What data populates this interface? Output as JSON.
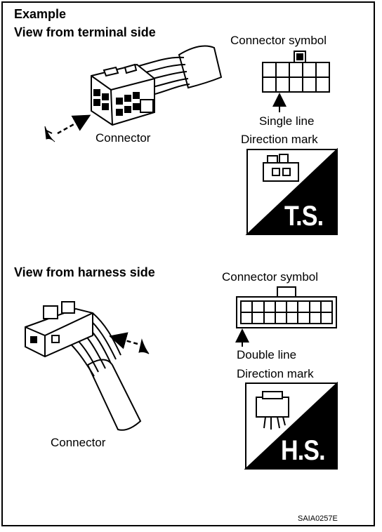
{
  "heading": "Example",
  "terminal": {
    "title": "View from terminal side",
    "symbol_label": "Connector symbol",
    "line_label": "Single line",
    "direction_label": "Direction mark",
    "connector_label": "Connector",
    "badge": "T.S."
  },
  "harness": {
    "title": "View from harness side",
    "symbol_label": "Connector symbol",
    "line_label": "Double line",
    "direction_label": "Direction mark",
    "connector_label": "Connector",
    "badge": "H.S."
  },
  "figure_code": "SAIA0257E"
}
